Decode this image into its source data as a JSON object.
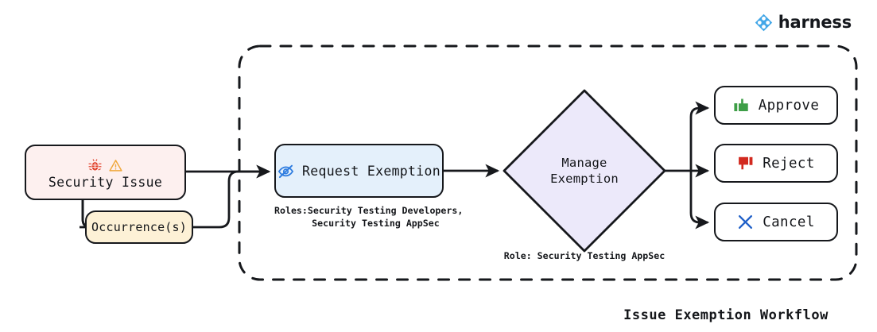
{
  "brand": {
    "name": "harness",
    "logo_icon": "harness-logo-icon",
    "accent_color": "#43a7e8"
  },
  "diagram": {
    "title": "Issue Exemption Workflow",
    "boundary": {
      "style": "dashed",
      "label": "exemption-scope-boundary"
    },
    "nodes": [
      {
        "id": "security-issue",
        "label": "Security Issue",
        "icons": [
          "bug-icon",
          "warning-triangle-icon"
        ],
        "fill": "#fdf0ef",
        "shape": "rounded-rect"
      },
      {
        "id": "occurrences",
        "label": "Occurrence(s)",
        "icons": [],
        "fill": "#fdf1d6",
        "shape": "rounded-rect"
      },
      {
        "id": "request-exemption",
        "label": "Request Exemption",
        "icons": [
          "eye-slash-icon"
        ],
        "fill": "#e4f0fb",
        "shape": "rounded-rect",
        "caption": "Roles:Security Testing Developers,\n      Security Testing AppSec"
      },
      {
        "id": "manage-exemption",
        "label_line1": "Manage",
        "label_line2": "Exemption",
        "fill": "#ece9fa",
        "shape": "diamond",
        "caption": "Role: Security Testing AppSec"
      },
      {
        "id": "approve",
        "label": "Approve",
        "icons": [
          "thumbs-up-icon"
        ],
        "icon_color": "#3e9e47",
        "fill": "#ffffff",
        "shape": "rounded-rect"
      },
      {
        "id": "reject",
        "label": "Reject",
        "icons": [
          "thumbs-down-icon"
        ],
        "icon_color": "#d2291f",
        "fill": "#ffffff",
        "shape": "rounded-rect"
      },
      {
        "id": "cancel",
        "label": "Cancel",
        "icons": [
          "cross-icon"
        ],
        "icon_color": "#2060c8",
        "fill": "#ffffff",
        "shape": "rounded-rect"
      }
    ],
    "edges": [
      {
        "from": "security-issue",
        "to": "request-exemption"
      },
      {
        "from": "security-issue",
        "to": "occurrences"
      },
      {
        "from": "occurrences",
        "to": "request-exemption"
      },
      {
        "from": "request-exemption",
        "to": "manage-exemption"
      },
      {
        "from": "manage-exemption",
        "to": "approve"
      },
      {
        "from": "manage-exemption",
        "to": "reject"
      },
      {
        "from": "manage-exemption",
        "to": "cancel"
      }
    ]
  }
}
